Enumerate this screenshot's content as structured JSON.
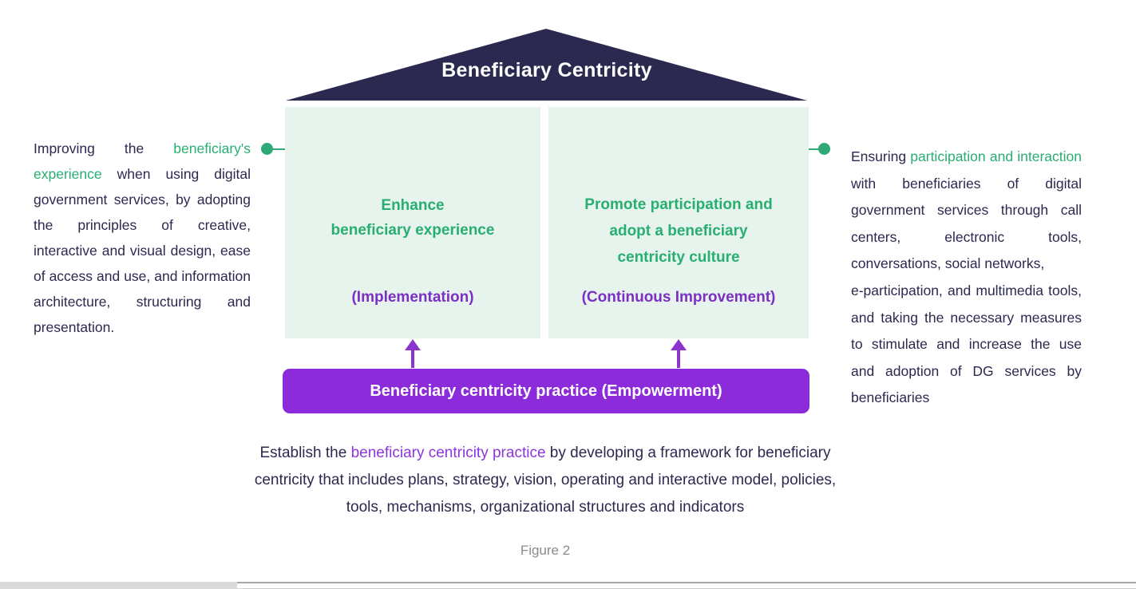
{
  "colors": {
    "roof_navy": "#2b2950",
    "body_text_navy": "#2b2950",
    "green_highlight": "#29ae72",
    "green_connector": "#2fa878",
    "box_fill_mint": "#e7f4ee",
    "purple_bar": "#8c2bd9",
    "purple_subtitle": "#7c2fc4",
    "caption_purple": "#8e35db",
    "figure_label_gray": "#8b8b8b"
  },
  "roof": {
    "title": "Beneficiary Centricity"
  },
  "left_note": {
    "pre": "Improving the ",
    "highlight": "beneficiary's experience",
    "post": " when using digital government services, by adopting the principles of creative, interactive and visual design, ease of access and use, and information architecture, structuring and presentation."
  },
  "right_note": {
    "pre": "Ensuring ",
    "highlight": "participation and interaction",
    "post": " with beneficiaries of digital government services through call centers, electronic tools, conversations, social networks,",
    "post2": "e-participation, and multimedia tools, and taking the necessary measures to stimulate and increase the use and adoption of DG services by beneficiaries"
  },
  "boxes": [
    {
      "title_line1": "Enhance",
      "title_line2": "beneficiary experience",
      "subtitle": "(Implementation)"
    },
    {
      "title_line1": "Promote participation and",
      "title_line2": "adopt a beneficiary",
      "title_line3": "centricity culture",
      "subtitle": "(Continuous Improvement)"
    }
  ],
  "bar": {
    "label": "Beneficiary centricity practice (Empowerment)"
  },
  "caption": {
    "pre": "Establish the ",
    "highlight": "beneficiary centricity practice",
    "post": " by developing a framework for beneficiary centricity that includes plans, strategy, vision, operating and interactive model, policies, tools, mechanisms, organizational structures and indicators"
  },
  "figure_label": "Figure 2"
}
